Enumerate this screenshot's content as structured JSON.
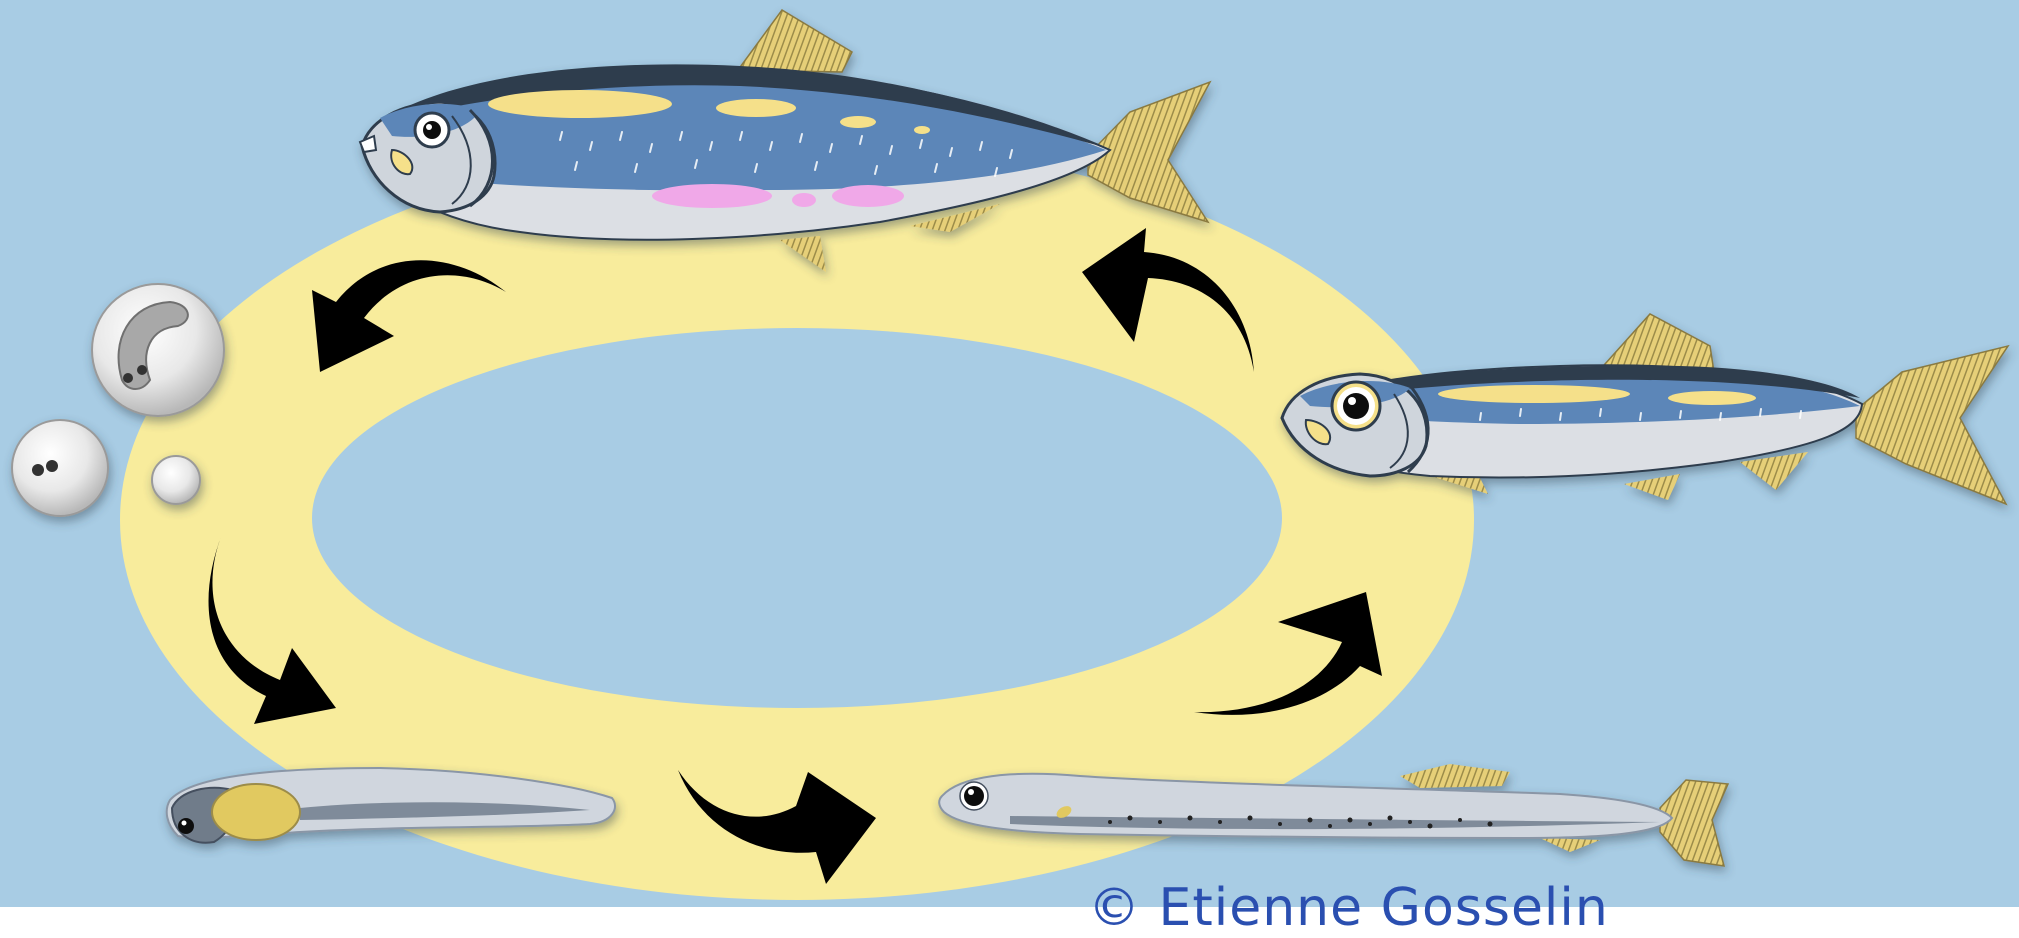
{
  "diagram": {
    "kind": "herring-life-cycle",
    "background_color": "#a8cce4",
    "ring_color": "#f8ec9c",
    "stages": [
      {
        "name": "adult herring",
        "icon": "adult-herring-icon"
      },
      {
        "name": "juvenile herring",
        "icon": "juvenile-herring-icon"
      },
      {
        "name": "larva",
        "icon": "larva-icon"
      },
      {
        "name": "yolk-sac larva",
        "icon": "yolk-sac-larva-icon"
      },
      {
        "name": "eggs",
        "icon": "eggs-icon"
      }
    ],
    "arrow_color": "#000000",
    "colors": {
      "fish_back": "#5b86b8",
      "fish_dark": "#2f3c4e",
      "fish_belly": "#dcdfe4",
      "fin": "#e6cf78",
      "stripe": "#f5e08a",
      "pink": "#f0a8e8"
    }
  },
  "credit": "© Etienne Gosselin"
}
